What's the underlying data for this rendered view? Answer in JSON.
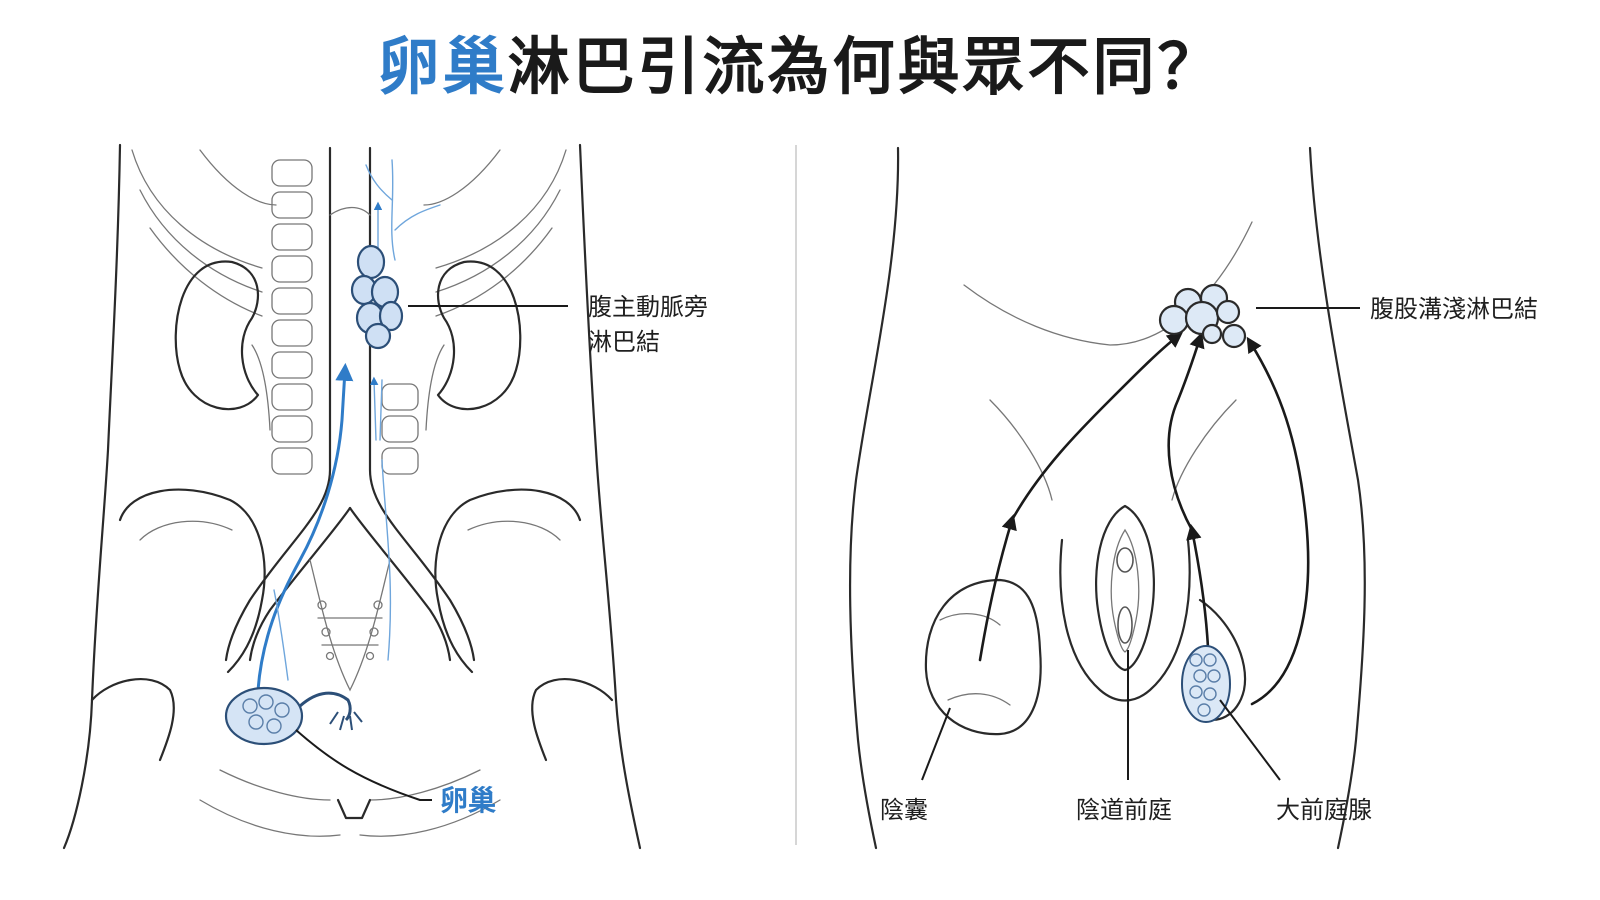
{
  "title": {
    "highlight": "卵巢",
    "rest": "淋巴引流為何與眾不同？"
  },
  "left_panel": {
    "label_para_aortic_line1": "腹主動脈旁",
    "label_para_aortic_line2": "淋巴結",
    "label_ovary": "卵巢"
  },
  "right_panel": {
    "label_inguinal": "腹股溝淺淋巴結",
    "label_scrotum": "陰囊",
    "label_vestibule": "陰道前庭",
    "label_bartholin": "大前庭腺"
  },
  "colors": {
    "accent_blue": "#2f7cc8",
    "node_fill": "#cfe0f4",
    "line": "#2a2a2a"
  }
}
